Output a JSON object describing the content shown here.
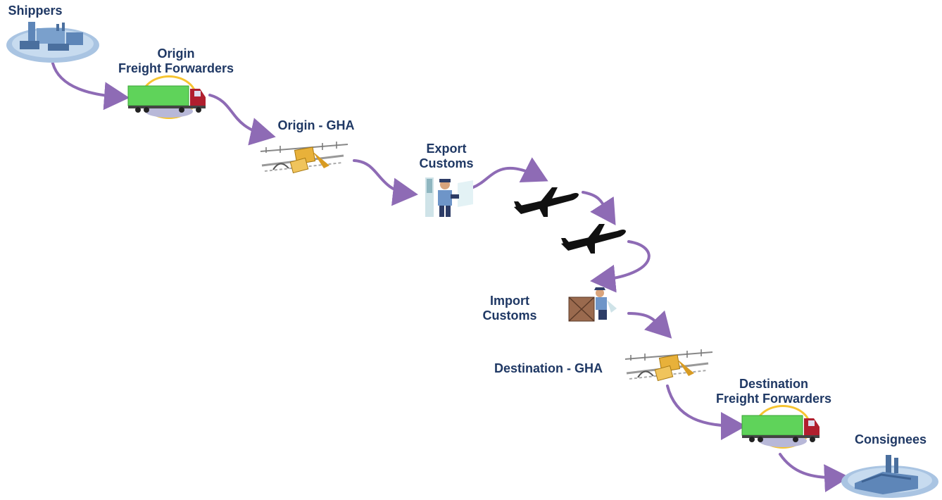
{
  "nodes": {
    "shippers": {
      "lines": [
        "Shippers"
      ],
      "icon": "factory-icon"
    },
    "origin_ff": {
      "lines": [
        "Origin",
        "Freight Forwarders"
      ],
      "icon": "truck-icon"
    },
    "origin_gha": {
      "lines": [
        "Origin - GHA"
      ],
      "icon": "cargo-handling-icon"
    },
    "export_customs": {
      "lines": [
        "Export",
        "Customs"
      ],
      "icon": "customs-officer-icon"
    },
    "flight_1": {
      "lines": [],
      "icon": "airplane-icon"
    },
    "flight_2": {
      "lines": [],
      "icon": "airplane-icon"
    },
    "import_customs": {
      "lines": [
        "Import",
        "Customs"
      ],
      "icon": "customs-inspection-icon"
    },
    "destination_gha": {
      "lines": [
        "Destination - GHA"
      ],
      "icon": "cargo-handling-icon"
    },
    "destination_ff": {
      "lines": [
        "Destination",
        "Freight Forwarders"
      ],
      "icon": "truck-icon"
    },
    "consignees": {
      "lines": [
        "Consignees"
      ],
      "icon": "factory-icon"
    }
  },
  "colors": {
    "label": "#1f3864",
    "arrow": "#8e6bb5",
    "truck_cargo": "#5fd35a",
    "truck_cab": "#b01f2e",
    "halo": "#f6c431",
    "factory": "#5e86b8",
    "cargo": "#e8b13a"
  }
}
